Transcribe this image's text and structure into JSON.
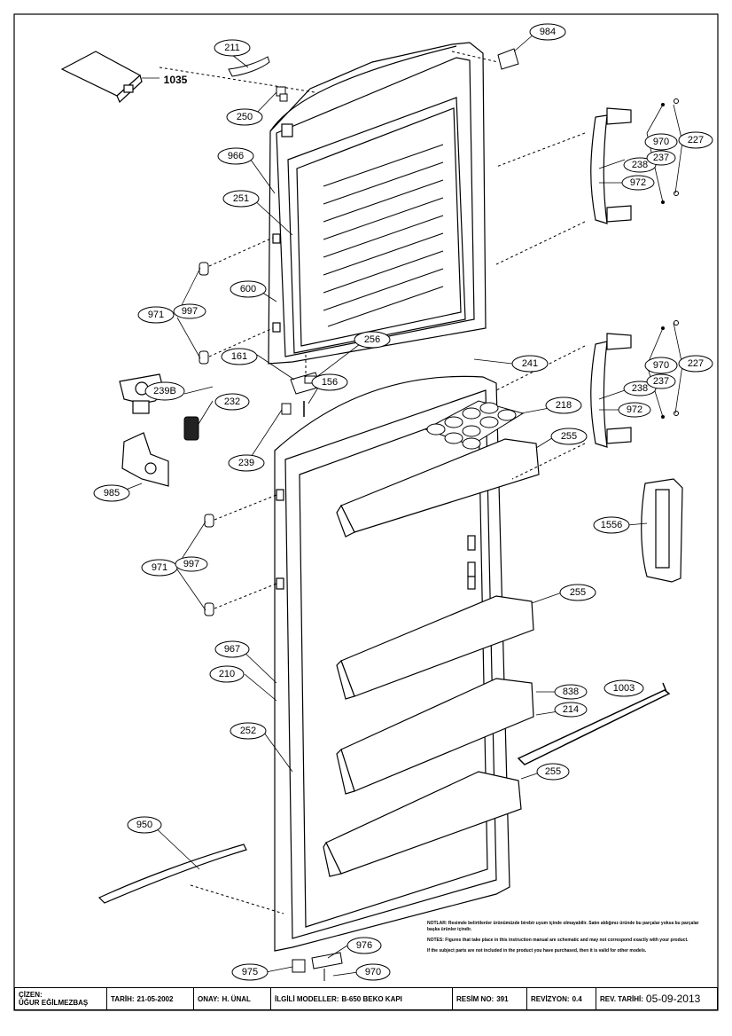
{
  "callouts": {
    "c211": "211",
    "c984": "984",
    "c1035": "1035",
    "c250": "250",
    "c966": "966",
    "c970a": "970",
    "c227a": "227",
    "c238a": "238",
    "c237a": "237",
    "c972a": "972",
    "c251": "251",
    "c600": "600",
    "c971a": "971",
    "c997a": "997",
    "c256": "256",
    "c161": "161",
    "c241": "241",
    "c156": "156",
    "c239B": "239B",
    "c232": "232",
    "c970b": "970",
    "c227b": "227",
    "c238b": "238",
    "c237b": "237",
    "c972b": "972",
    "c218": "218",
    "c239": "239",
    "c255a": "255",
    "c985": "985",
    "c1556": "1556",
    "c971b": "971",
    "c997b": "997",
    "c255b": "255",
    "c967": "967",
    "c210": "210",
    "c838": "838",
    "c1003": "1003",
    "c214": "214",
    "c252": "252",
    "c255c": "255",
    "c950": "950",
    "c976": "976",
    "c975": "975",
    "c970c": "970"
  },
  "notes": {
    "tr": "NOTLAR: Resimde belirtilenler ürünümüzde birebir uyum içinde olmayabilir. Satın aldığınız üründe bu parçalar yoksa bu parçalar başka ürünler içindir.",
    "en1": "NOTES: Figures that take place in this instruction manual are schematic and may not correspond exactly with your product.",
    "en2": "If the subject parts are not included in the product you have purchased, then it is valid for other models."
  },
  "title_block": {
    "drawn_by_label": "ÇİZEN:",
    "drawn_by": "ÜĞUR EĞİLMEZBAŞ",
    "date_label": "TARİH:",
    "date": "21-05-2002",
    "approval_label": "ONAY:",
    "approval": "H. ÜNAL",
    "models_label": "İLGİLİ MODELLER:",
    "models": "B-650 BEKO KAPI",
    "drawing_no_label": "RESİM NO:",
    "drawing_no": "391",
    "revision_label": "REVİZYON:",
    "revision": "0.4",
    "rev_date_label": "REV. TARİHİ:",
    "rev_date": "05-09-2013"
  }
}
